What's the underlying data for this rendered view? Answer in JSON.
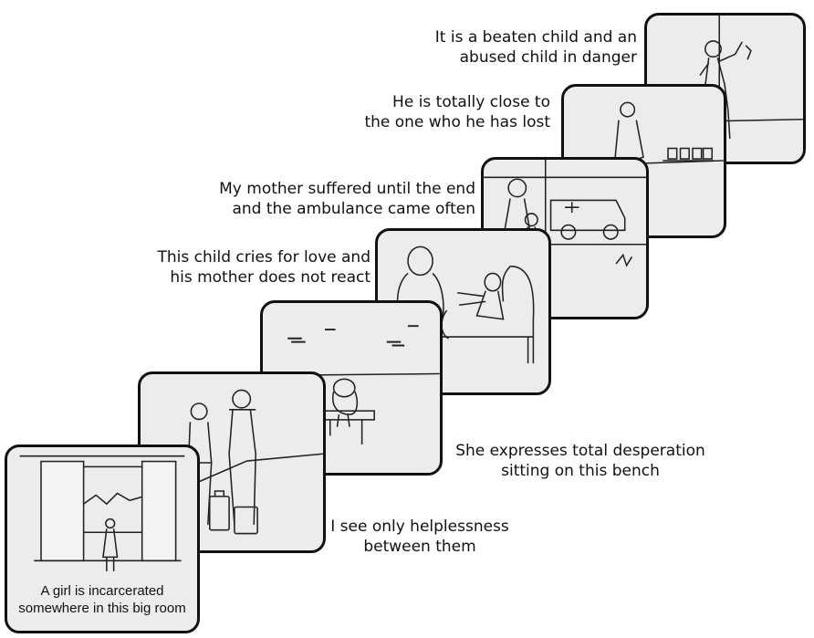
{
  "panels": [
    {
      "id": "panel-1",
      "caption_lines": [
        "A girl  is incarcerated",
        "somewhere in this big room"
      ],
      "scene": "girl-at-window-icon"
    },
    {
      "id": "panel-2",
      "caption_lines": [
        "I see only helplessness",
        "between them"
      ],
      "scene": "couple-with-suitcases-icon"
    },
    {
      "id": "panel-3",
      "caption_lines": [
        "She expresses total desperation",
        "sitting on this bench"
      ],
      "scene": "figure-on-bench-icon"
    },
    {
      "id": "panel-4",
      "caption_lines": [
        "This child cries for love and",
        "his mother does not react"
      ],
      "scene": "child-reaching-mother-icon"
    },
    {
      "id": "panel-5",
      "caption_lines": [
        "My mother suffered until the end",
        "and the ambulance came often"
      ],
      "scene": "ambulance-scene-icon"
    },
    {
      "id": "panel-6",
      "caption_lines": [
        "He is totally close to",
        "the one who he has lost"
      ],
      "scene": "man-at-graves-icon"
    },
    {
      "id": "panel-7",
      "caption_lines": [
        "It is a beaten child and an",
        "abused child in danger"
      ],
      "scene": "child-against-wall-icon"
    }
  ]
}
